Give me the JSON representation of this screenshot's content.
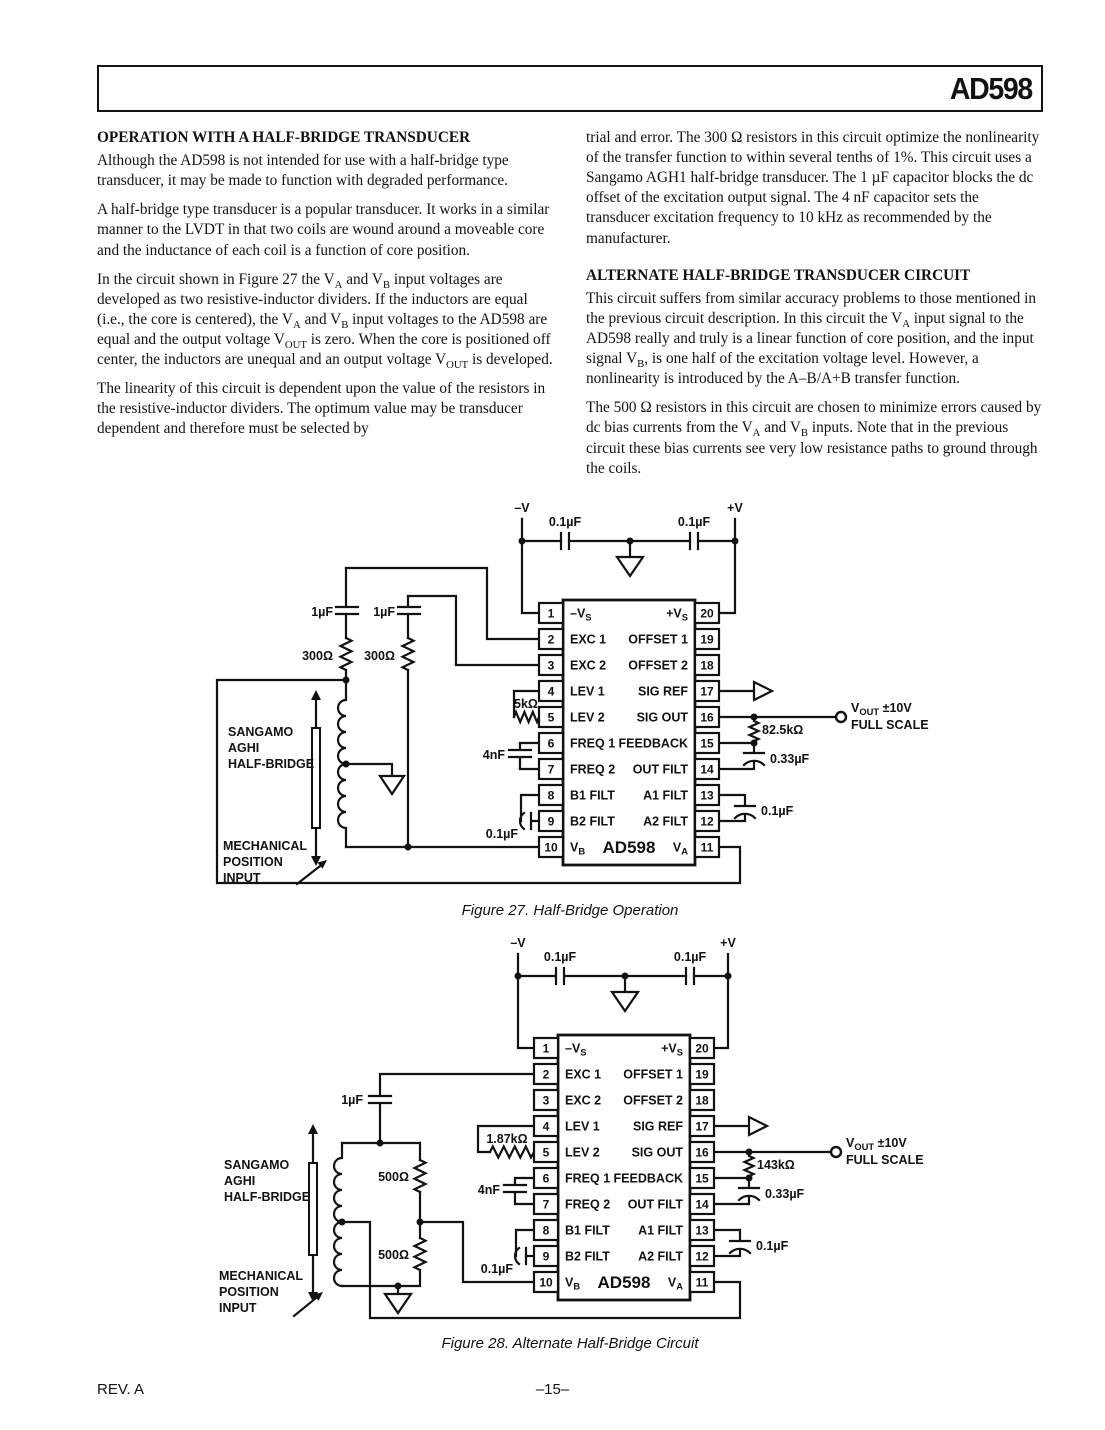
{
  "header": {
    "part": "AD598"
  },
  "text": {
    "h1": "OPERATION WITH A HALF-BRIDGE TRANSDUCER",
    "p1": "Although the AD598 is not intended for use with a half-bridge type transducer, it may be made to function with degraded performance.",
    "p2": "A half-bridge type transducer is a popular transducer. It works in a similar manner to the LVDT in that two coils are wound around a moveable core and the inductance of each coil is a function of core position.",
    "p3": "In the circuit shown in Figure 27 the V~A~ and V~B~ input voltages are developed as two resistive-inductor dividers. If the inductors are equal (i.e., the core is centered), the V~A~ and V~B~ input voltages to the AD598 are equal and the output voltage V~OUT~ is zero. When the core is positioned off center, the inductors are unequal and an output voltage V~OUT~ is developed.",
    "p4": "The linearity of this circuit is dependent upon the value of the resistors in the resistive-inductor dividers. The optimum value may be transducer dependent and therefore must be selected by",
    "p5": "trial and error. The 300 Ω resistors in this circuit optimize the nonlinearity of the transfer function to within several tenths of 1%. This circuit uses a Sangamo AGH1 half-bridge transducer. The 1 µF capacitor blocks the dc offset of the excitation output signal. The 4 nF capacitor sets the transducer excitation frequency to 10 kHz as recommended by the manufacturer.",
    "h2": "ALTERNATE HALF-BRIDGE TRANSDUCER CIRCUIT",
    "p6": "This circuit suffers from similar accuracy problems to those mentioned in the previous circuit description. In this circuit the V~A~ input signal to the AD598 really and truly is a linear function of core position, and the input signal V~B~, is one half of the excitation voltage level. However, a nonlinearity is introduced by the A–B/A+B transfer function.",
    "p7": "The 500 Ω resistors in this circuit are chosen to minimize errors caused by dc bias currents from the V~A~ and V~B~ inputs. Note that in the previous circuit these bias currents see very low resistance paths to ground through the coils."
  },
  "ic": {
    "name": "AD598",
    "pins_left": [
      {
        "num": "1",
        "label": "–V~S~"
      },
      {
        "num": "2",
        "label": "EXC 1"
      },
      {
        "num": "3",
        "label": "EXC 2"
      },
      {
        "num": "4",
        "label": "LEV 1"
      },
      {
        "num": "5",
        "label": "LEV 2"
      },
      {
        "num": "6",
        "label": "FREQ 1"
      },
      {
        "num": "7",
        "label": "FREQ 2"
      },
      {
        "num": "8",
        "label": "B1 FILT"
      },
      {
        "num": "9",
        "label": "B2 FILT"
      },
      {
        "num": "10",
        "label": "V~B~"
      }
    ],
    "pins_right": [
      {
        "num": "20",
        "label": "+V~S~"
      },
      {
        "num": "19",
        "label": "OFFSET 1"
      },
      {
        "num": "18",
        "label": "OFFSET 2"
      },
      {
        "num": "17",
        "label": "SIG REF"
      },
      {
        "num": "16",
        "label": "SIG OUT"
      },
      {
        "num": "15",
        "label": "FEEDBACK"
      },
      {
        "num": "14",
        "label": "OUT FILT"
      },
      {
        "num": "13",
        "label": "A1 FILT"
      },
      {
        "num": "12",
        "label": "A2 FILT"
      },
      {
        "num": "11",
        "label": "V~A~"
      }
    ]
  },
  "fig27": {
    "caption": "Figure 27.  Half-Bridge Operation",
    "neg_v": "–V",
    "pos_v": "+V",
    "rail_cap_left": "0.1µF",
    "rail_cap_right": "0.1µF",
    "cap_left": "1µF",
    "cap_right": "1µF",
    "res_left": "300Ω",
    "res_right": "300Ω",
    "transducer_l1": "SANGAMO",
    "transducer_l2": "AGHI",
    "transducer_l3": "HALF-BRIDGE",
    "mech_l1": "MECHANICAL",
    "mech_l2": "POSITION",
    "mech_l3": "INPUT",
    "lev_res": "5kΩ",
    "freq_cap": "4nF",
    "bfilt_cap": "0.1µF",
    "fb_res": "82.5kΩ",
    "outfilt_cap": "0.33µF",
    "afilt_cap": "0.1µF",
    "vout": "V~OUT~ ±10V",
    "vout2": "FULL SCALE"
  },
  "fig28": {
    "caption": "Figure 28.  Alternate Half-Bridge Circuit",
    "neg_v": "–V",
    "pos_v": "+V",
    "rail_cap_left": "0.1µF",
    "rail_cap_right": "0.1µF",
    "cap_exc": "1µF",
    "res_top": "500Ω",
    "res_bottom": "500Ω",
    "transducer_l1": "SANGAMO",
    "transducer_l2": "AGHI",
    "transducer_l3": "HALF-BRIDGE",
    "mech_l1": "MECHANICAL",
    "mech_l2": "POSITION",
    "mech_l3": "INPUT",
    "lev_res": "1.87kΩ",
    "freq_cap": "4nF",
    "bfilt_cap": "0.1µF",
    "fb_res": "143kΩ",
    "outfilt_cap": "0.33µF",
    "afilt_cap": "0.1µF",
    "vout": "V~OUT~ ±10V",
    "vout2": "FULL SCALE"
  },
  "footer": {
    "rev": "REV. A",
    "page_num": "–15–"
  }
}
